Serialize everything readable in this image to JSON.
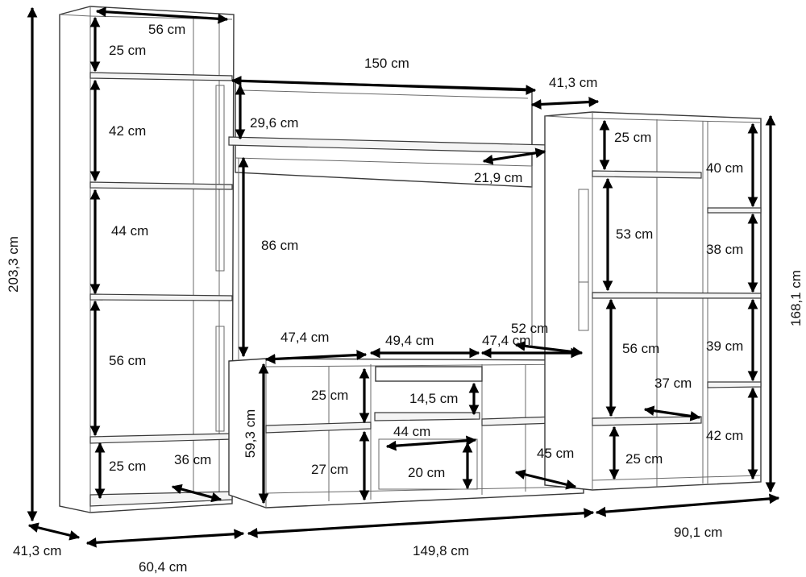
{
  "diagram": {
    "total_height": "203,3 cm",
    "total_depth": "41,3 cm",
    "left_unit_width": "60,4 cm",
    "bottom_width": "149,8 cm",
    "right_unit_width": "90,1 cm",
    "right_unit_height": "168,1 cm"
  },
  "left_column": {
    "top_width": "56 cm",
    "shelf_1": "25 cm",
    "shelf_2": "42 cm",
    "shelf_3": "44 cm",
    "shelf_4": "56 cm",
    "shelf_5": "25 cm",
    "base_depth": "36 cm"
  },
  "wall_shelf": {
    "width": "150 cm",
    "panel_height": "29,6 cm",
    "shelf_depth": "21,9 cm",
    "gap_height": "86 cm",
    "right_depth": "41,3 cm"
  },
  "tv_stand": {
    "height": "59,3 cm",
    "left_width": "47,4 cm",
    "middle_width": "49,4 cm",
    "right_width": "47,4 cm",
    "side_depth": "52 cm",
    "left_upper": "25 cm",
    "left_lower": "27 cm",
    "drawer_height": "14,5 cm",
    "inner_width": "44 cm",
    "inner_height": "20 cm",
    "right_depth": "45 cm"
  },
  "right_unit": {
    "left_shelf_1": "25 cm",
    "left_shelf_2": "53 cm",
    "left_shelf_3": "56 cm",
    "left_shelf_4": "25 cm",
    "right_shelf_1": "40 cm",
    "right_shelf_2": "38 cm",
    "right_shelf_3": "39 cm",
    "right_shelf_4": "42 cm",
    "inner_depth": "37 cm"
  }
}
